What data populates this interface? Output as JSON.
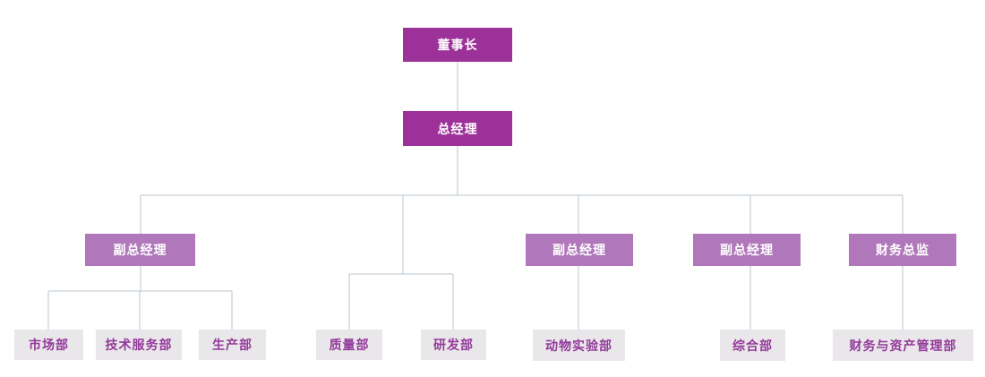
{
  "diagram": {
    "type": "org-chart",
    "background": "#FFFFFF",
    "colors": {
      "executive_box": "#9C3199",
      "executive_text": "#FFFFFF",
      "manager_box": "#B077BA",
      "manager_text": "#FFFFFF",
      "department_box": "#E9E7E9",
      "department_text": "#93399A",
      "connector_line": "#B9C6CE"
    },
    "nodes": {
      "chairman": {
        "label": "董事长"
      },
      "general_manager": {
        "label": "总经理"
      },
      "vp_1": {
        "label": "副总经理"
      },
      "vp_2": {
        "label": "副总经理"
      },
      "vp_3": {
        "label": "副总经理"
      },
      "finance_director": {
        "label": "财务总监"
      },
      "marketing_dept": {
        "label": "市场部"
      },
      "tech_service_dept": {
        "label": "技术服务部"
      },
      "production_dept": {
        "label": "生产部"
      },
      "quality_dept": {
        "label": "质量部"
      },
      "rd_dept": {
        "label": "研发部"
      },
      "animal_lab_dept": {
        "label": "动物实验部"
      },
      "general_affairs_dept": {
        "label": "综合部"
      },
      "finance_asset_dept": {
        "label": "财务与资产管理部"
      }
    }
  }
}
